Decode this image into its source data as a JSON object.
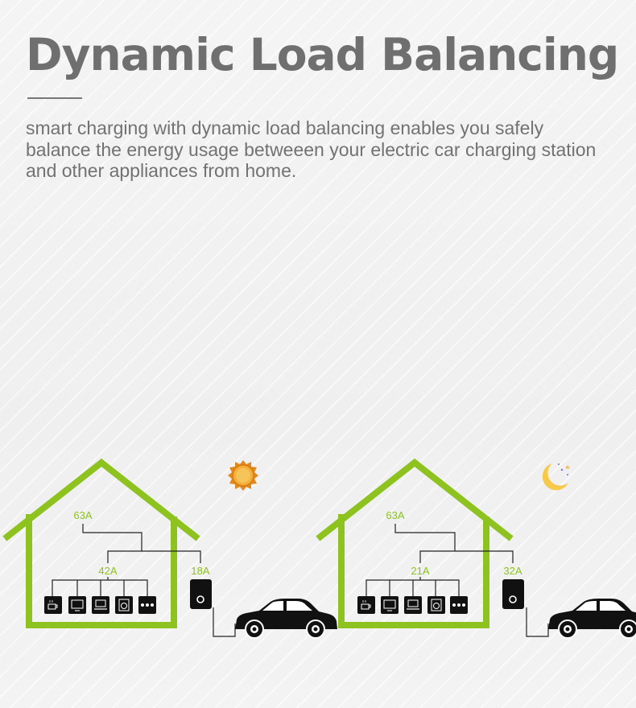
{
  "header": {
    "title": "Dynamic Load Balancing",
    "description": "smart charging with dynamic load balancing enables you safely balance the energy usage betweeen your electric car charging station and other appliances from home."
  },
  "colors": {
    "house": "#8dc21f",
    "text": "#727272",
    "sun": "#f5a623",
    "moon": "#f7c948"
  },
  "scenes": [
    {
      "time_icon": "sun-icon",
      "main_label": "63A",
      "appliances_label": "42A",
      "charger_label": "18A",
      "appliances": [
        "coffee-maker-icon",
        "tv-icon",
        "laptop-icon",
        "washing-machine-icon",
        "more-icon"
      ]
    },
    {
      "time_icon": "moon-icon",
      "main_label": "63A",
      "appliances_label": "21A",
      "charger_label": "32A",
      "appliances": [
        "coffee-maker-icon",
        "tv-icon",
        "laptop-icon",
        "washing-machine-icon",
        "more-icon"
      ]
    }
  ]
}
